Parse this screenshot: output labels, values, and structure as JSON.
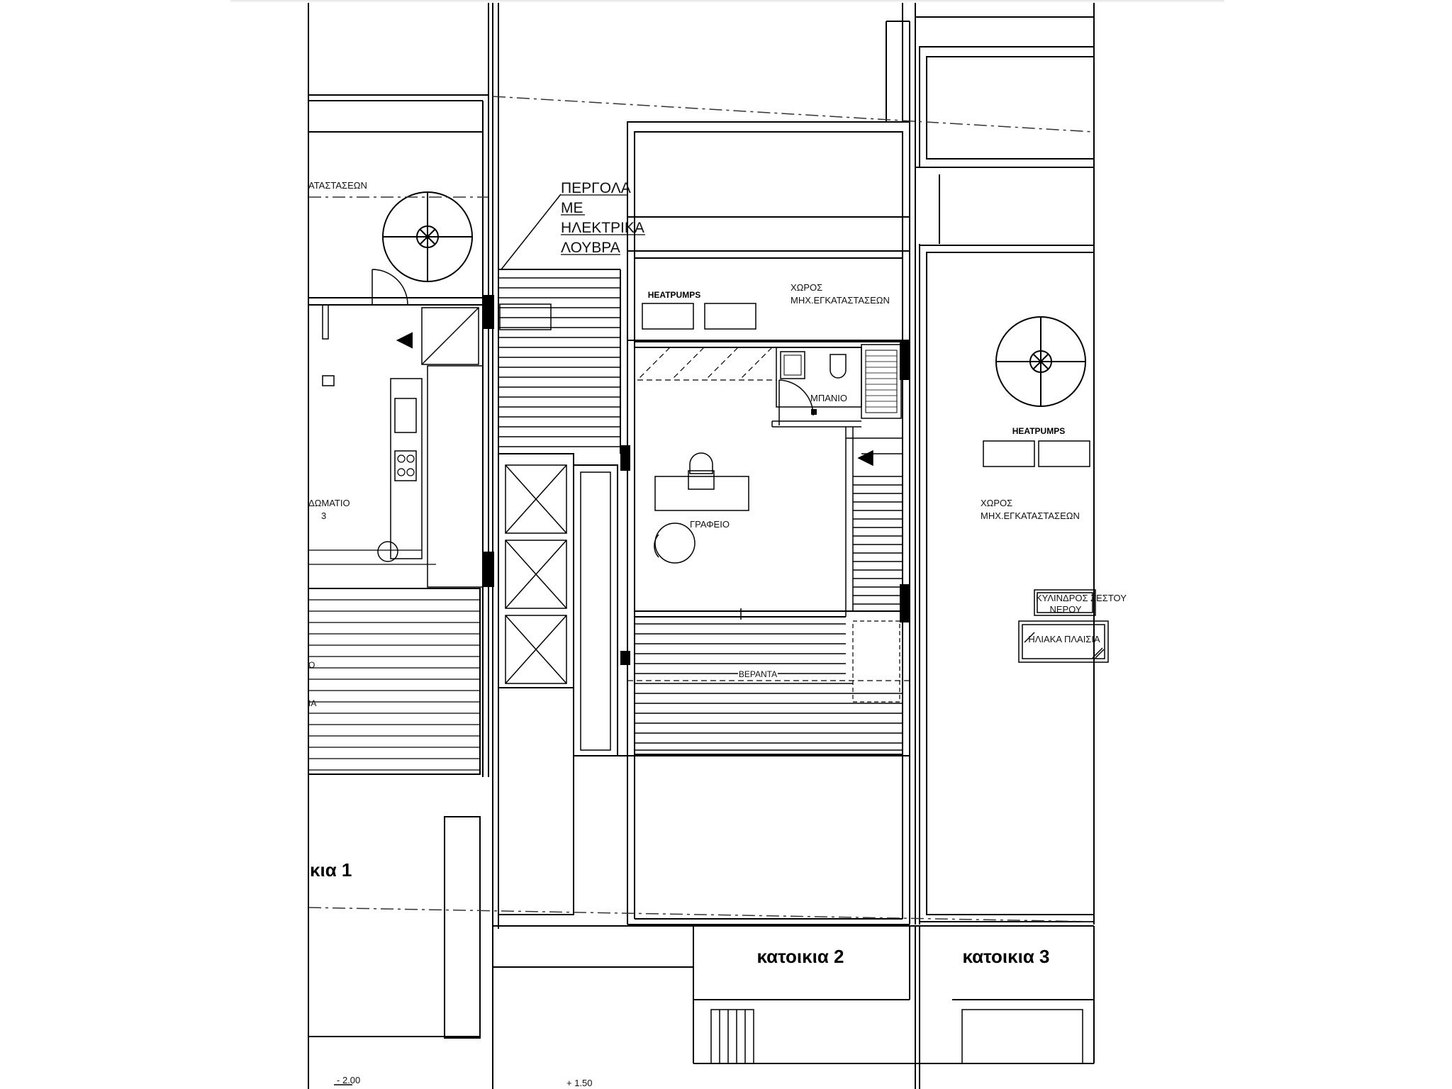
{
  "labels": {
    "pergola": [
      "ΠΕΡΓΟΛΑ",
      "ΜΕ",
      "ΗΛΕΚΤΡΙΚΑ",
      "ΛΟΥΒΡΑ"
    ],
    "installations_partial": "ΑΤΑΣΤΑΣΕΩΝ",
    "room_partial_1": "ΔΩΜΑΤΙΟ",
    "room_partial_2": "3",
    "edge_partial_1": "Ο",
    "edge_partial_2": "ΙΑ",
    "heatpumps_center": "HEATPUMPS",
    "mech_space_center": [
      "ΧΩΡΟΣ",
      "ΜΗΧ.ΕΓΚΑΤΑΣΤΑΣΕΩΝ"
    ],
    "bathroom": "ΜΠΑΝΙΟ",
    "office": "ΓΡΑΦΕΙΟ",
    "veranda": "ΒΕΡΑΝΤΑ",
    "heatpumps_right": "HEATPUMPS",
    "mech_space_right": [
      "ΧΩΡΟΣ",
      "ΜΗΧ.ΕΓΚΑΤΑΣΤΑΣΕΩΝ"
    ],
    "hot_water_cylinder": [
      "ΚΥΛΙΝΔΡΟΣ ΖΕΣΤΟΥ",
      "ΝΕΡΟΥ"
    ],
    "solar_panels": "ΗΛΙΑΚΑ ΠΛΑΙΣΙΑ",
    "house_1": "κια 1",
    "house_2": "κατοικια 2",
    "house_3": "κατοικια 3",
    "level_1": "- 2.00",
    "level_2": "+ 1.50"
  },
  "colors": {
    "line": "#000000",
    "paper": "#ffffff",
    "dash": "#333333"
  }
}
